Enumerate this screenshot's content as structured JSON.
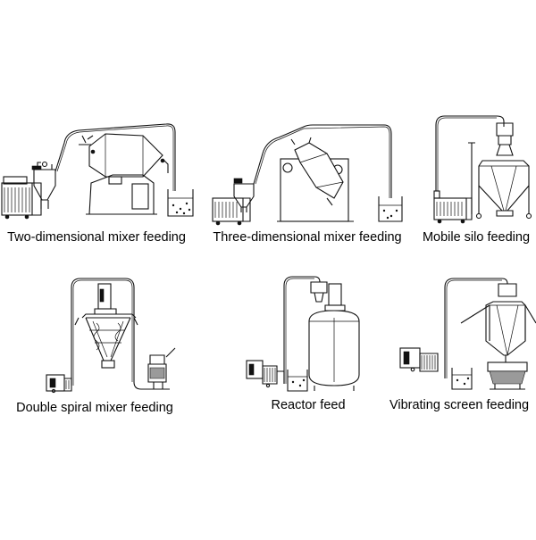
{
  "colors": {
    "line": "#111111",
    "background": "#ffffff"
  },
  "panels": [
    {
      "id": "two-dimensional",
      "caption": "Two-dimensional mixer feeding"
    },
    {
      "id": "three-dimensional",
      "caption": "Three-dimensional mixer feeding"
    },
    {
      "id": "mobile-silo",
      "caption": "Mobile silo feeding"
    },
    {
      "id": "double-spiral",
      "caption": "Double spiral mixer feeding"
    },
    {
      "id": "reactor",
      "caption": "Reactor feed"
    },
    {
      "id": "vibrating-screen",
      "caption": "Vibrating screen feeding"
    }
  ]
}
